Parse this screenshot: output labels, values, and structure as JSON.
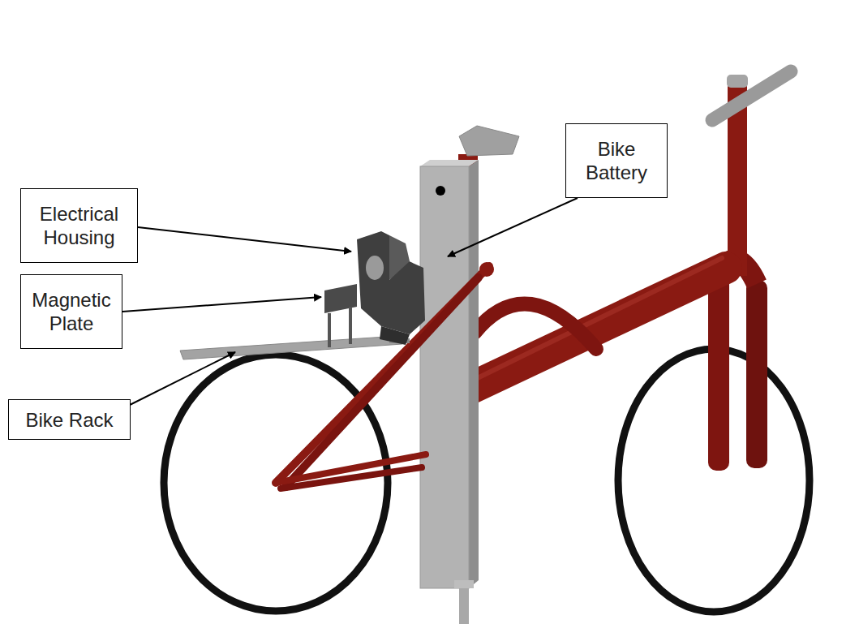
{
  "diagram": {
    "nodes": [
      {
        "text": [
          "Electrical Housing"
        ]
      },
      {
        "text": [
          "Magnetic Plate"
        ]
      },
      {
        "text": [
          "Bike Rack"
        ]
      },
      {
        "text": [
          "Bike Battery"
        ]
      }
    ]
  }
}
